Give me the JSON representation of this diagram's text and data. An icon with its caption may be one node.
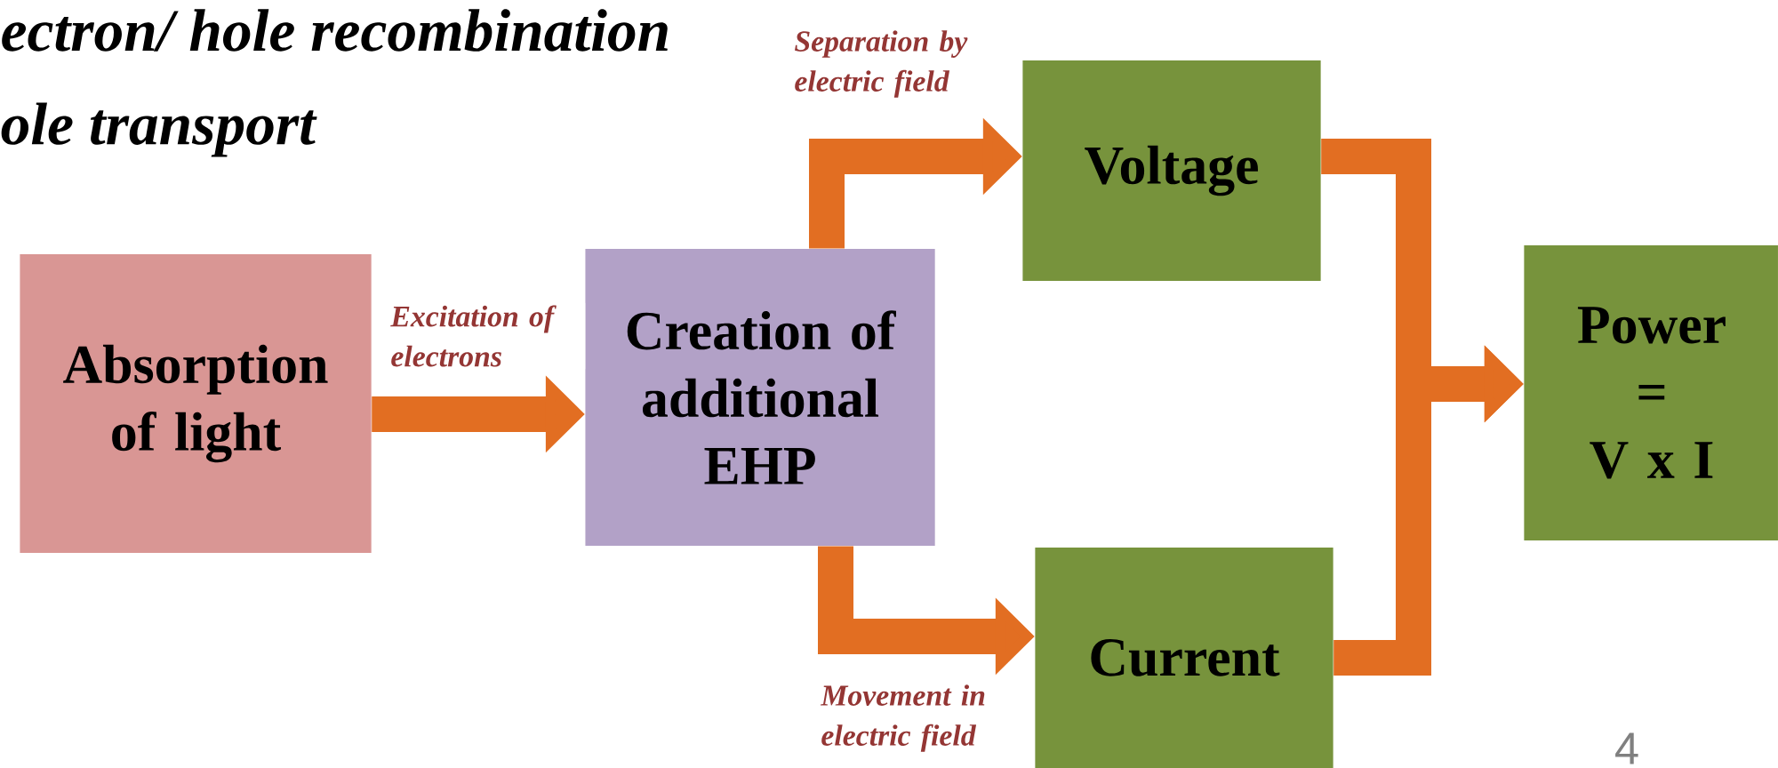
{
  "diagram": {
    "nodes": [
      {
        "text": [
          "Absorption of light"
        ]
      },
      {
        "text": [
          "Creation of additional EHP"
        ]
      },
      {
        "text": [
          "Voltage"
        ]
      },
      {
        "text": [
          "Current"
        ]
      },
      {
        "text": [
          "Power",
          "=",
          "V x I"
        ]
      }
    ],
    "edges": [
      {
        "from": 0,
        "to": 1,
        "arrow": "to",
        "label": "Excitation of electrons"
      },
      {
        "from": 1,
        "to": 2,
        "arrow": "to",
        "label": "Separation by electric field"
      },
      {
        "from": 1,
        "to": 3,
        "arrow": "to",
        "label": "Movement in electric field"
      },
      {
        "from": 2,
        "to": 4,
        "arrow": "to"
      },
      {
        "from": 3,
        "to": 4,
        "arrow": "to"
      }
    ],
    "labels": [
      "ectron/ hole recombination",
      "ole transport",
      "4"
    ]
  }
}
